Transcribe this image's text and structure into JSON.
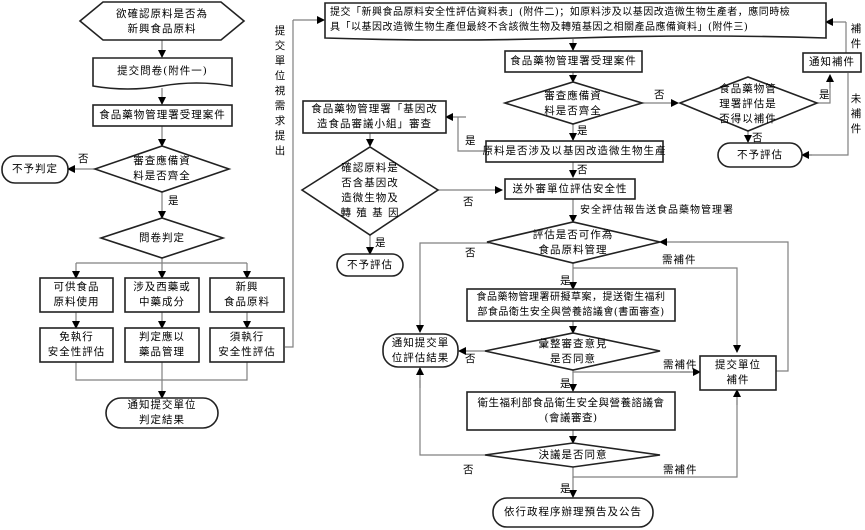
{
  "diagram": {
    "start": "欲確認原料是否為\n新興食品原料",
    "submit_questionnaire": "提交問卷(附件一)",
    "fda_accept_1": "食品藥物管理署受理案件",
    "check_docs_1": "審查應備資\n料是否齊全",
    "no_judgment": "不予判定",
    "questionnaire_judgment": "問卷判定",
    "opt_food_use": "可供食品\n原料使用",
    "opt_drug": "涉及西藥或\n中藥成分",
    "opt_novel": "新興\n食品原料",
    "exempt_eval": "免執行\n安全性評估",
    "drug_mgmt": "判定應以\n藥品管理",
    "need_eval": "須執行\n安全性評估",
    "notify_result_1": "通知提交單位\n判定結果",
    "side_note": "提交單位視需求提出",
    "submit_form": "提交「新興食品原料安全性評估資料表」(附件二)；如原料涉及以基因改造微生物生產者，應同時檢\n具「以基因改造微生物生產但最終不含該微生物及轉殖基因之相關產品應備資料」(附件三)",
    "fda_accept_2": "食品藥物管理署受理案件",
    "check_docs_2": "審查應備資\n料是否齊全",
    "can_supplement": "食品藥物管\n理署評估是\n否得以補件",
    "notify_supplement": "通知補件",
    "not_evaluate_1": "不予評估",
    "gm_question": "原料是否涉及以基因改造微生物生產",
    "gm_panel": "食品藥物管理署「基因改\n造食品審議小組」審查",
    "gm_confirm": "確認原料是\n否含基因改\n造微生物及\n轉 殖 基 因",
    "not_evaluate_2": "不予評估",
    "external_review": "送外審單位評估安全性",
    "report_note": "安全評估報告送食品藥物管理署",
    "can_be_food": "評估是否可作為\n食品原料管理",
    "draft_review": "食品藥物管理署研擬草案，提送衛生福利\n部食品衛生安全與營養諮議會(書面審查)",
    "opinion_agree": "彙整審查意見\n是否同意",
    "notify_result_2": "通知提交單\n位評估結果",
    "submit_supplement": "提交單位\n補件",
    "council_meeting": "衛生福利部食品衛生安全與營養諮議會\n(會議審查)",
    "resolution_agree": "決議是否同意",
    "final": "依行政程序辦理預告及公告",
    "labels": {
      "yes": "是",
      "no": "否",
      "need_supplement": "需補件",
      "supplement": "補件",
      "no_supplement": "未補件"
    }
  }
}
